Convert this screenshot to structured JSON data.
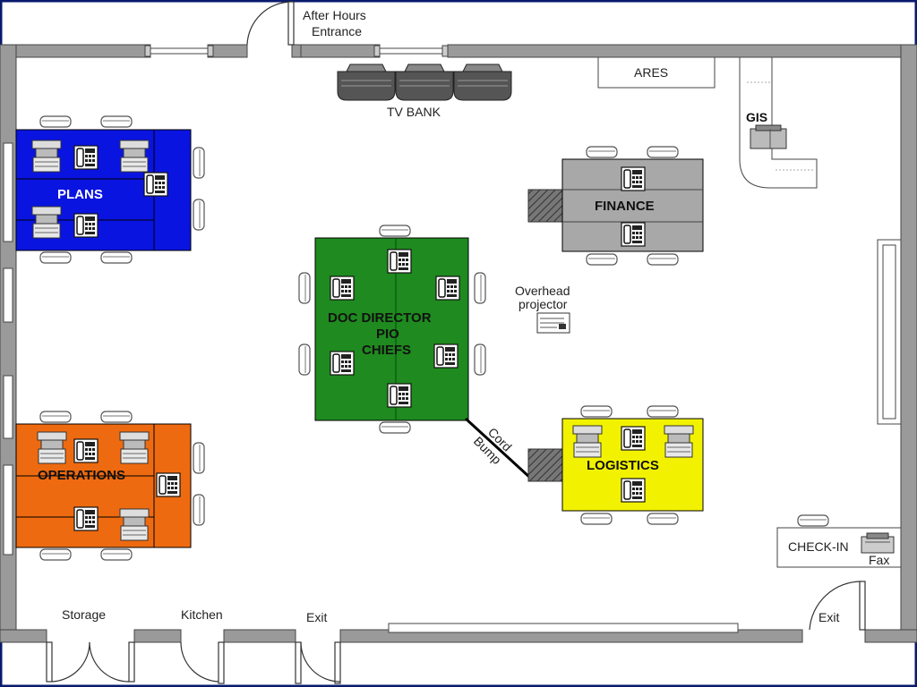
{
  "colors": {
    "frame": "#0a1a6e",
    "wall": "#9a9a9a",
    "plans": "#0a14e0",
    "operations": "#ee6a10",
    "doc": "#1f8a1f",
    "finance": "#a8a8a8",
    "logistics": "#f2f200"
  },
  "entrance": {
    "line1": "After Hours",
    "line2": "Entrance"
  },
  "tv_bank": {
    "label": "TV BANK"
  },
  "ares": {
    "label": "ARES"
  },
  "gis": {
    "label": "GIS"
  },
  "tables": {
    "plans": {
      "label": "PLANS"
    },
    "operations": {
      "label": "OPERATIONS"
    },
    "doc": {
      "line1": "DOC DIRECTOR",
      "line2": "PIO",
      "line3": "CHIEFS"
    },
    "finance": {
      "label": "FINANCE"
    },
    "logistics": {
      "label": "LOGISTICS"
    }
  },
  "overhead_projector": {
    "line1": "Overhead",
    "line2": "projector"
  },
  "cord_bump": {
    "line1": "Cord",
    "line2": "Bump"
  },
  "check_in": {
    "label": "CHECK-IN",
    "fax_label": "Fax"
  },
  "bottom_doors": {
    "storage": "Storage",
    "kitchen": "Kitchen",
    "exit_left": "Exit",
    "exit_right": "Exit"
  },
  "icons": [
    "phone-icon",
    "chair-icon",
    "monitor-icon",
    "projector-icon",
    "fax-icon",
    "gis-plotter-icon"
  ]
}
